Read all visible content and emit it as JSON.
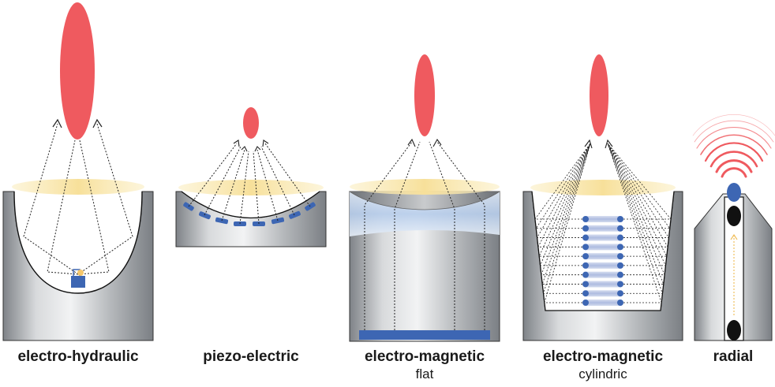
{
  "panels": [
    {
      "title": "electro-hydraulic",
      "subtitle": ""
    },
    {
      "title": "piezo-electric",
      "subtitle": ""
    },
    {
      "title": "electro-magnetic",
      "subtitle": "flat"
    },
    {
      "title": "electro-magnetic",
      "subtitle": "cylindric"
    },
    {
      "title": "radial",
      "subtitle": ""
    }
  ],
  "colors": {
    "focal_zone": "#ef5a5f",
    "coupling_zone": "#f7e4a3",
    "source": "#3d66b3",
    "housing": "#b3b6ba"
  }
}
